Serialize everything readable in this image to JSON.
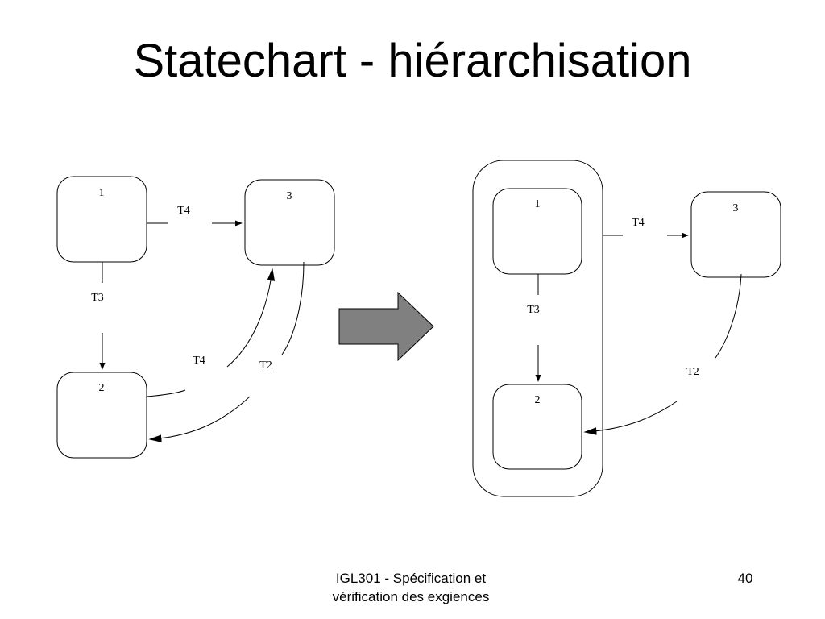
{
  "title": "Statechart - hiérarchisation",
  "left_diagram": {
    "states": [
      "1",
      "3",
      "2"
    ],
    "transitions": [
      "T4",
      "T3",
      "T4",
      "T2"
    ]
  },
  "right_diagram": {
    "states": [
      "1",
      "3",
      "2"
    ],
    "transitions": [
      "T4",
      "T3",
      "T2"
    ]
  },
  "arrow_fill": "#808080",
  "footer": {
    "line1": "IGL301 - Spécification et",
    "line2": "vérification des exgiences"
  },
  "page_number": "40"
}
